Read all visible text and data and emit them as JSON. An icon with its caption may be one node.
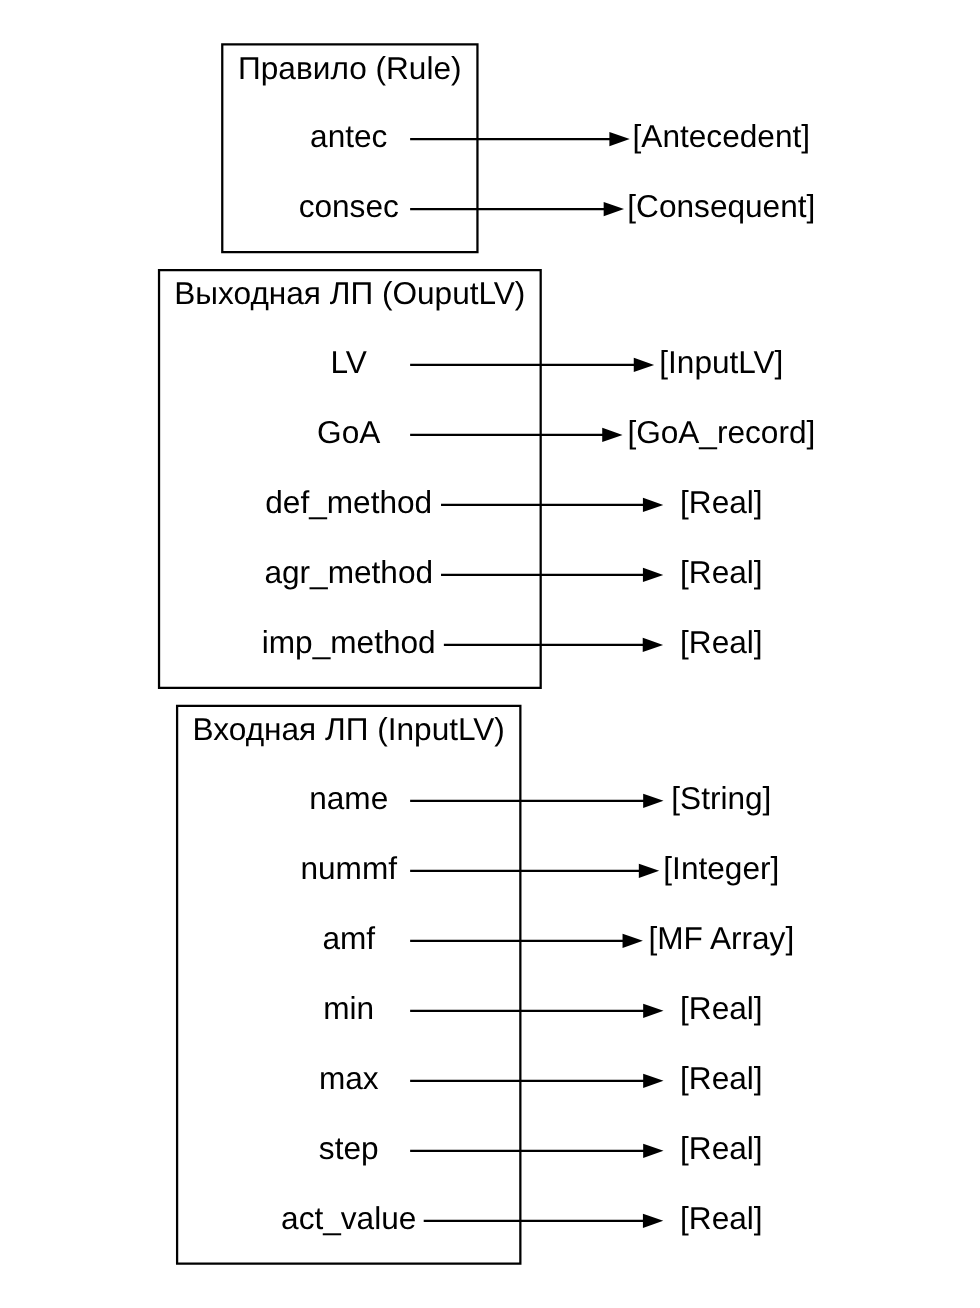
{
  "diagram": {
    "nodes": [
      {
        "text": [
          "Входная ЛП (InputLV)"
        ]
      },
      {
        "text": [
          "name"
        ],
        "in": 0
      },
      {
        "text": [
          "[String]"
        ]
      },
      {
        "text": [
          "nummf"
        ],
        "in": 0
      },
      {
        "text": [
          "[Integer]"
        ]
      },
      {
        "text": [
          "amf"
        ],
        "in": 0
      },
      {
        "text": [
          "[MF Array]"
        ]
      },
      {
        "text": [
          "min"
        ],
        "in": 0
      },
      {
        "text": [
          "[Real]"
        ]
      },
      {
        "text": [
          "max"
        ],
        "in": 0
      },
      {
        "text": [
          "[Real]"
        ]
      },
      {
        "text": [
          "step"
        ],
        "in": 0
      },
      {
        "text": [
          "[Real]"
        ]
      },
      {
        "text": [
          "act_value"
        ],
        "in": 0
      },
      {
        "text": [
          "[Real]"
        ]
      },
      {
        "text": [
          "Выходная ЛП (OuputLV)"
        ]
      },
      {
        "text": [
          "LV"
        ],
        "in": 15
      },
      {
        "text": [
          "[InputLV]"
        ]
      },
      {
        "text": [
          "GoA"
        ],
        "in": 15
      },
      {
        "text": [
          "[GoA_record]"
        ]
      },
      {
        "text": [
          "def_method"
        ],
        "in": 15
      },
      {
        "text": [
          "[Real]"
        ]
      },
      {
        "text": [
          "agr_method"
        ],
        "in": 15
      },
      {
        "text": [
          "[Real]"
        ]
      },
      {
        "text": [
          "imp_method"
        ],
        "in": 15
      },
      {
        "text": [
          "[Real]"
        ]
      },
      {
        "text": [
          "Правило (Rule)"
        ]
      },
      {
        "text": [
          "antec"
        ],
        "in": 26
      },
      {
        "text": [
          "[Antecedent]"
        ]
      },
      {
        "text": [
          "consec"
        ],
        "in": 26
      },
      {
        "text": [
          "[Consequent]"
        ]
      }
    ],
    "edges": [
      {
        "from": 1,
        "to": 2,
        "arrow": "to"
      },
      {
        "from": 3,
        "to": 4,
        "arrow": "to"
      },
      {
        "from": 5,
        "to": 6,
        "arrow": "to"
      },
      {
        "from": 7,
        "to": 8,
        "arrow": "to"
      },
      {
        "from": 9,
        "to": 10,
        "arrow": "to"
      },
      {
        "from": 11,
        "to": 12,
        "arrow": "to"
      },
      {
        "from": 13,
        "to": 14,
        "arrow": "to"
      },
      {
        "from": 16,
        "to": 17,
        "arrow": "to"
      },
      {
        "from": 18,
        "to": 19,
        "arrow": "to"
      },
      {
        "from": 20,
        "to": 21,
        "arrow": "to"
      },
      {
        "from": 22,
        "to": 23,
        "arrow": "to"
      },
      {
        "from": 24,
        "to": 25,
        "arrow": "to"
      },
      {
        "from": 27,
        "to": 28,
        "arrow": "to"
      },
      {
        "from": 29,
        "to": 30,
        "arrow": "to"
      }
    ]
  }
}
